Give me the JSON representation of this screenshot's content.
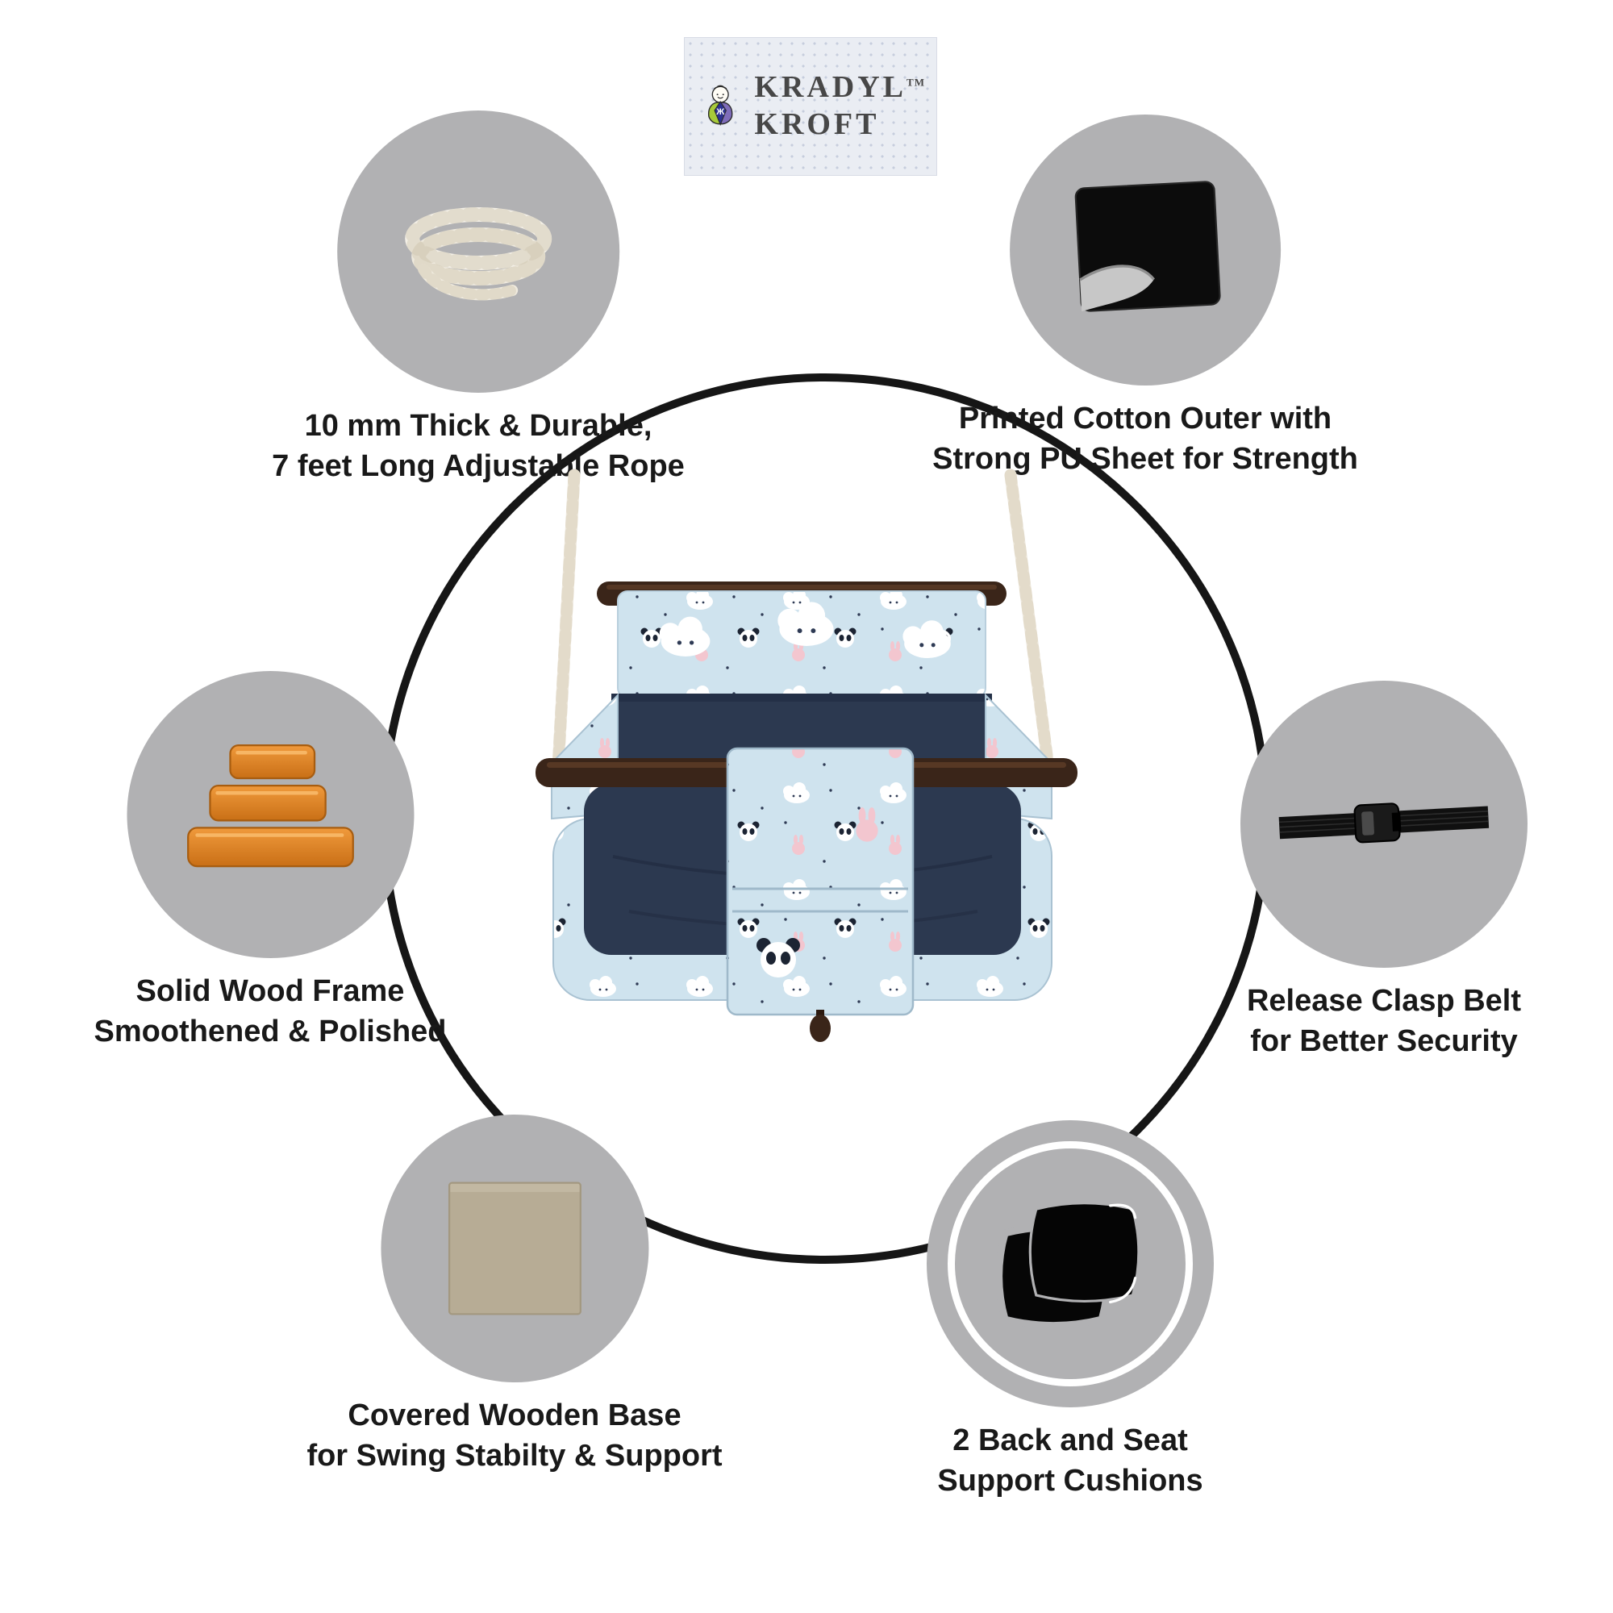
{
  "logo": {
    "brand_line1": "KRADYL",
    "brand_line2": "KROFT",
    "tm": "TM",
    "icon": "swaddled-baby-icon"
  },
  "ring": {
    "color": "#161616"
  },
  "features": [
    {
      "id": "rope",
      "icon": "rope-icon",
      "line1": "10 mm Thick & Durable,",
      "line2": "7 feet Long Adjustable Rope"
    },
    {
      "id": "pu-sheet",
      "icon": "pu-sheet-icon",
      "line1": "Printed Cotton Outer with",
      "line2": "Strong PU Sheet for Strength"
    },
    {
      "id": "wood-frame",
      "icon": "wood-planks-icon",
      "line1": "Solid Wood Frame",
      "line2": "Smoothened & Polished"
    },
    {
      "id": "clasp-belt",
      "icon": "clasp-belt-icon",
      "line1": "Release Clasp Belt",
      "line2": "for Better Security"
    },
    {
      "id": "wooden-base",
      "icon": "wooden-base-icon",
      "line1": "Covered Wooden Base",
      "line2": "for Swing Stabilty & Support"
    },
    {
      "id": "cushions",
      "icon": "cushions-icon",
      "line1": "2 Back and Seat",
      "line2": "Support Cushions"
    }
  ],
  "product": {
    "name": "baby-swing-photo"
  },
  "colors": {
    "bubble_gray": "#b1b1b3",
    "ring_black": "#161616",
    "text": "#191919",
    "wood_orange": "#d97a1f",
    "fabric_blue": "#cfe3ee",
    "cushion_navy": "#2c3950",
    "frame_brown": "#3a2519",
    "rope_white": "#ece6da"
  }
}
